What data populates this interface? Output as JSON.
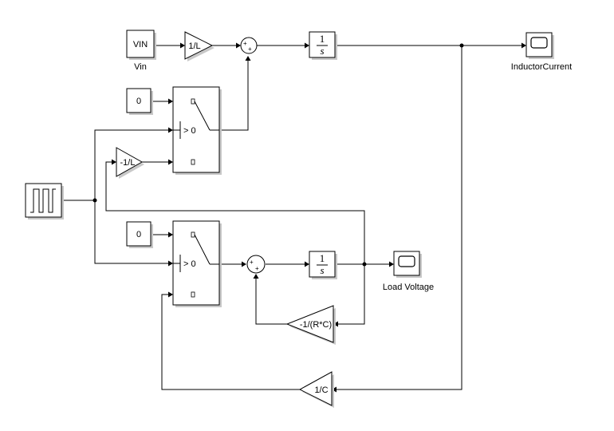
{
  "blocks": {
    "vin_const": {
      "text": "VIN",
      "label": "Vin"
    },
    "gain_inv_l": {
      "text": "1/L"
    },
    "gain_neg_inv_l": {
      "text": "-1/L"
    },
    "const_top": {
      "text": "0"
    },
    "const_bottom": {
      "text": "0"
    },
    "switch_top": {
      "threshold": "> 0"
    },
    "switch_bottom": {
      "threshold": "> 0"
    },
    "integrator_top": {
      "num": "1",
      "den": "s"
    },
    "integrator_bottom": {
      "num": "1",
      "den": "s"
    },
    "gain_rc": {
      "text": "-1/(R*C)"
    },
    "gain_inv_c": {
      "text": "1/C"
    },
    "sum_top": {
      "sign_a": "+",
      "sign_b": "+"
    },
    "sum_bottom": {
      "sign_a": "+",
      "sign_b": "+"
    },
    "scope_inductor": {
      "label": "InductorCurrent"
    },
    "scope_load": {
      "label": "Load Voltage"
    }
  },
  "icons": {
    "pulse": "pulse-generator-icon",
    "scope": "scope-icon"
  }
}
